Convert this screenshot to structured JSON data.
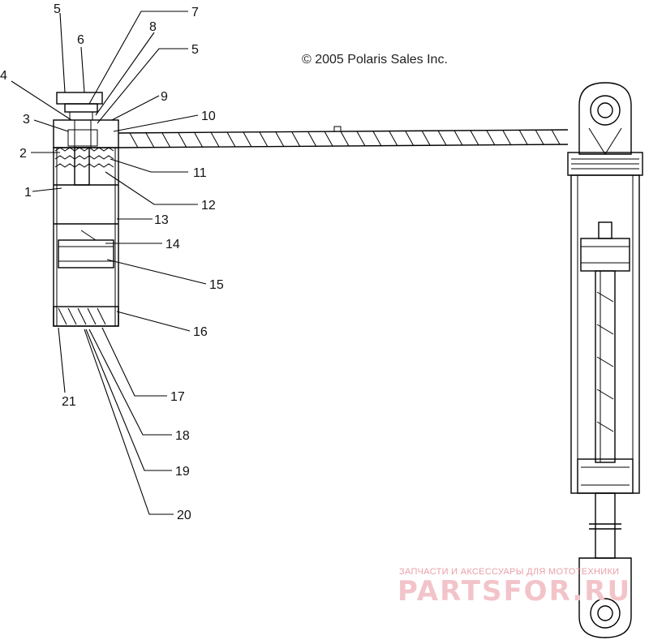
{
  "copyright": "© 2005 Polaris Sales Inc.",
  "watermark": {
    "caption": "ЗАПЧАСТИ И АКСЕССУАРЫ ДЛЯ МОТОТЕХНИКИ",
    "logo_text": "PARTSFOR.RU"
  },
  "callouts": [
    "1",
    "2",
    "3",
    "4",
    "5",
    "5",
    "6",
    "7",
    "8",
    "9",
    "10",
    "11",
    "12",
    "13",
    "14",
    "15",
    "16",
    "17",
    "18",
    "19",
    "20",
    "21"
  ],
  "colors": {
    "line": "#000000",
    "watermark": "#e8a0a8"
  }
}
